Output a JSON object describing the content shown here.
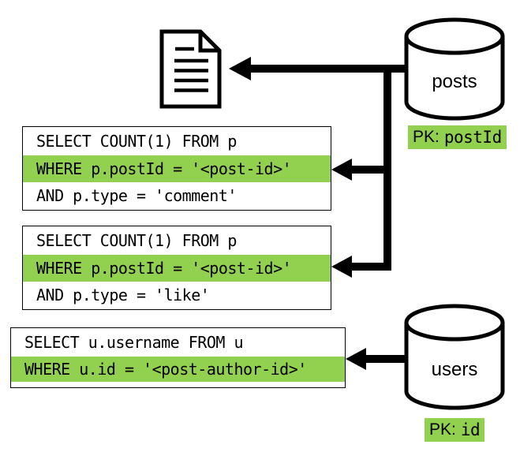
{
  "diagram": {
    "background": "#ffffff",
    "highlight_color": "#92d050",
    "line_color": "#000000",
    "document_icon": "document-icon",
    "query_boxes": [
      {
        "lines": [
          {
            "text": "SELECT COUNT(1) FROM p",
            "highlighted": false
          },
          {
            "text": "WHERE p.postId = '<post-id>'",
            "highlighted": true
          },
          {
            "text": "AND p.type = 'comment'",
            "highlighted": false
          }
        ]
      },
      {
        "lines": [
          {
            "text": "SELECT COUNT(1) FROM p",
            "highlighted": false
          },
          {
            "text": "WHERE p.postId = '<post-id>'",
            "highlighted": true
          },
          {
            "text": "AND p.type = 'like'",
            "highlighted": false
          }
        ]
      },
      {
        "lines": [
          {
            "text": "SELECT u.username FROM u",
            "highlighted": false
          },
          {
            "text": "WHERE u.id = '<post-author-id>'",
            "highlighted": true
          }
        ]
      }
    ],
    "databases": [
      {
        "name": "posts",
        "pk_prefix": "PK:",
        "pk_field": "postId"
      },
      {
        "name": "users",
        "pk_prefix": "PK:",
        "pk_field": "id"
      }
    ]
  }
}
